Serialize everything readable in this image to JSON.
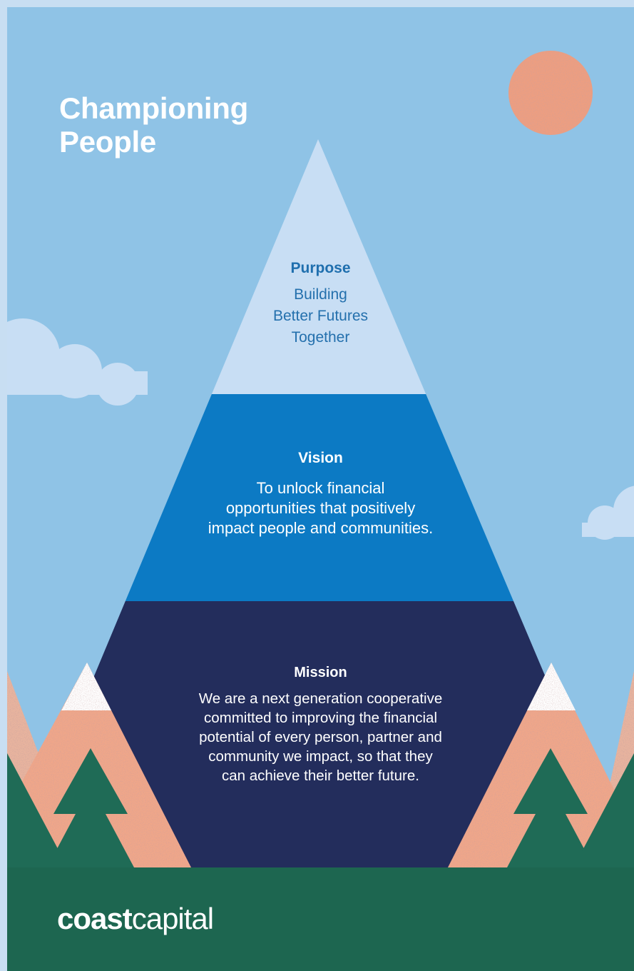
{
  "title": {
    "line1": "Championing",
    "line2": "People"
  },
  "purpose": {
    "heading": "Purpose",
    "lines": [
      "Building",
      "Better Futures",
      "Together"
    ]
  },
  "vision": {
    "heading": "Vision",
    "lines": [
      "To unlock financial",
      "opportunities that positively",
      "impact people and communities."
    ]
  },
  "mission": {
    "heading": "Mission",
    "lines": [
      "We are a next generation cooperative",
      "committed to improving the financial",
      "potential of every person, partner and",
      "community we impact, so that they",
      "can achieve their better future."
    ]
  },
  "logo": {
    "bold": "coast",
    "light": "capital"
  },
  "colors": {
    "sky": "#8fc3e6",
    "sun": "#ee9e80",
    "peak": "#c8def4",
    "vision_band": "#0c7ac4",
    "mission_band": "#232d5c",
    "side_mountain": "#f0a689",
    "tree": "#1f6b56",
    "ground": "#1d6650"
  }
}
